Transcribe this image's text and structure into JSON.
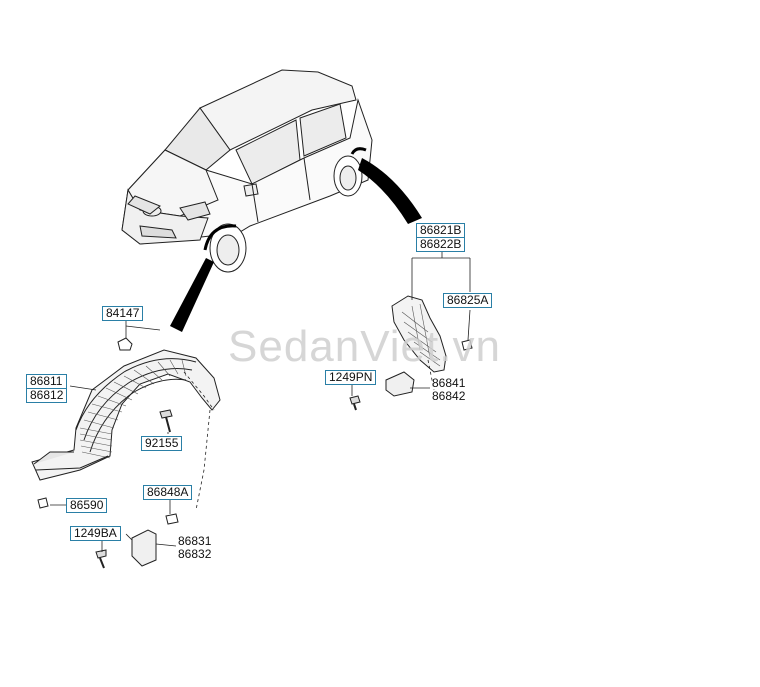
{
  "watermark": "SedanViet.vn",
  "labels": {
    "p84147": "84147",
    "p86811": "86811",
    "p86812": "86812",
    "p92155": "92155",
    "p86590": "86590",
    "p86848A": "86848A",
    "p1249BA": "1249BA",
    "p86831": "86831",
    "p86832": "86832",
    "p86821B": "86821B",
    "p86822B": "86822B",
    "p86825A": "86825A",
    "p1249PN": "1249PN",
    "p86841": "86841",
    "p86842": "86842"
  },
  "colors": {
    "label_border": "#2a7fa6",
    "line": "#222222",
    "watermark": "#cfcfcf"
  }
}
